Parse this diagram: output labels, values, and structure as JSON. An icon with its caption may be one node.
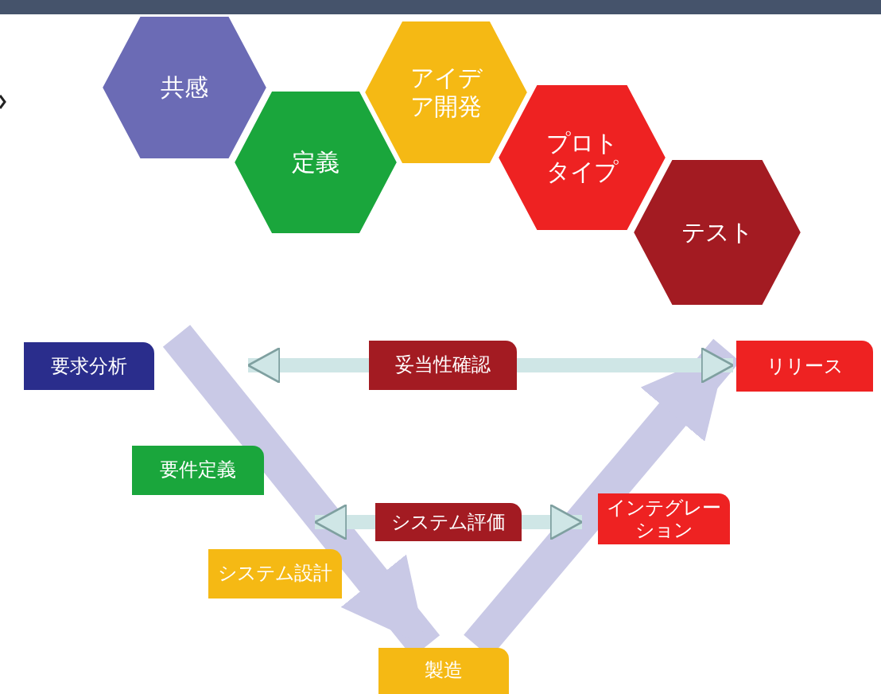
{
  "diagram": {
    "nodes": [
      {
        "text": [
          "共感"
        ]
      },
      {
        "text": [
          "定義"
        ]
      },
      {
        "text": [
          "アイデア開発"
        ]
      },
      {
        "text": [
          "プロトタイプ"
        ]
      },
      {
        "text": [
          "テスト"
        ]
      },
      {
        "text": [
          "要求分析"
        ]
      },
      {
        "text": [
          "妥当性確認"
        ]
      },
      {
        "text": [
          "リリース"
        ]
      },
      {
        "text": [
          "要件定義"
        ]
      },
      {
        "text": [
          "システム評価"
        ]
      },
      {
        "text": [
          "インテグレーション"
        ]
      },
      {
        "text": [
          "システム設計"
        ]
      },
      {
        "text": [
          "製造"
        ]
      }
    ],
    "edges": [
      {
        "from": 5,
        "to": 12,
        "arrow": "to",
        "style": "thick"
      },
      {
        "from": 12,
        "to": 7,
        "arrow": "to",
        "style": "thick"
      },
      {
        "from": 6,
        "to": null,
        "arrow": "to"
      },
      {
        "from": 6,
        "to": 7,
        "arrow": "to"
      },
      {
        "from": 9,
        "to": null,
        "arrow": "to"
      },
      {
        "from": 9,
        "to": null,
        "arrow": "to"
      }
    ]
  }
}
